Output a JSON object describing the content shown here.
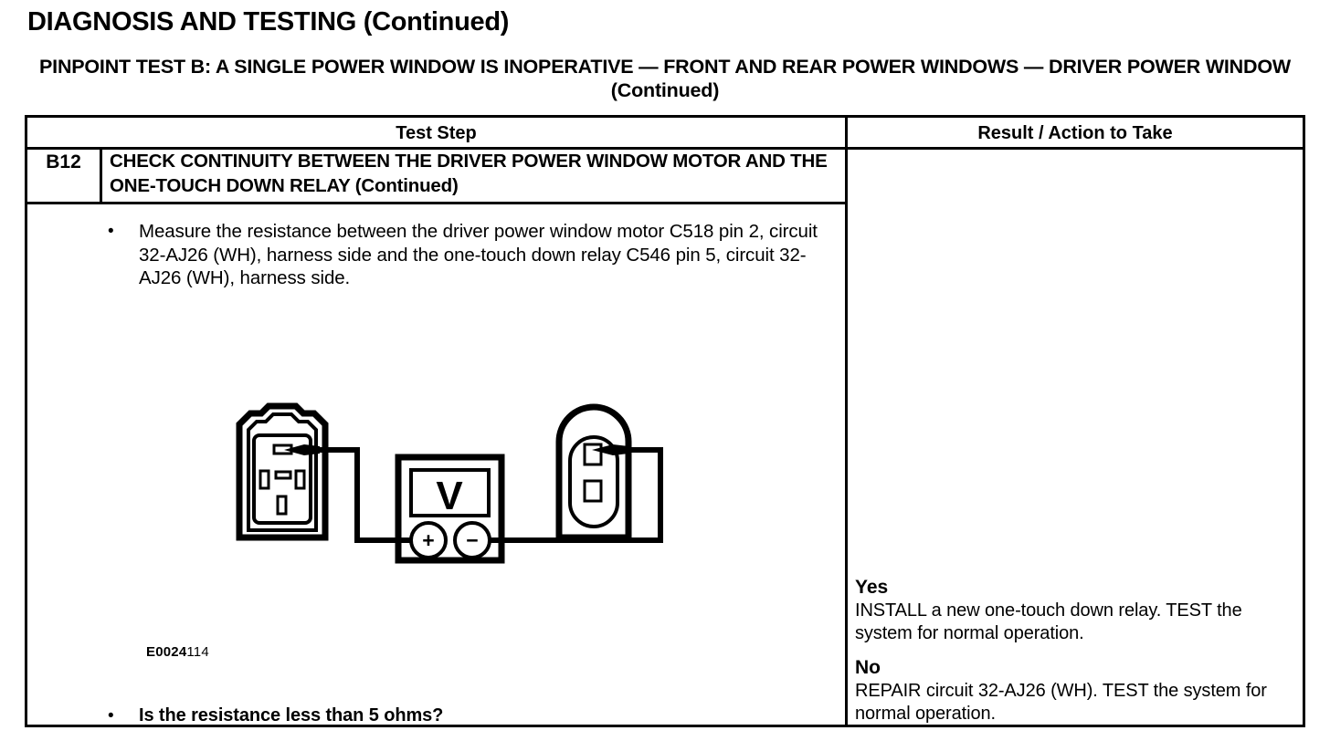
{
  "page": {
    "title": "DIAGNOSIS AND TESTING (Continued)",
    "test_title": "PINPOINT TEST B: A SINGLE POWER WINDOW IS INOPERATIVE — FRONT AND REAR POWER WINDOWS — DRIVER POWER WINDOW (Continued)"
  },
  "table": {
    "headers": {
      "test_step": "Test Step",
      "result": "Result / Action to Take"
    },
    "step": {
      "id": "B12",
      "heading": "CHECK CONTINUITY BETWEEN THE DRIVER POWER WINDOW MOTOR AND THE ONE-TOUCH DOWN RELAY (Continued)",
      "bullet_symbol": "•",
      "instruction": "Measure the resistance between the driver power window motor C518 pin 2, circuit 32-AJ26 (WH), harness side and the one-touch down relay C546 pin 5, circuit 32-AJ26 (WH), harness side.",
      "question": "Is the resistance less than 5 ohms?"
    },
    "results": [
      {
        "label": "Yes",
        "text": "INSTALL a new one-touch down relay. TEST the system for normal operation."
      },
      {
        "label": "No",
        "text": "REPAIR circuit 32-AJ26 (WH). TEST the system for normal operation."
      }
    ]
  },
  "figure": {
    "id_prefix": "E0024",
    "id_suffix": "114",
    "meter_display": "V",
    "positive_terminal": "+",
    "negative_terminal": "−",
    "line_color": "#000000"
  }
}
